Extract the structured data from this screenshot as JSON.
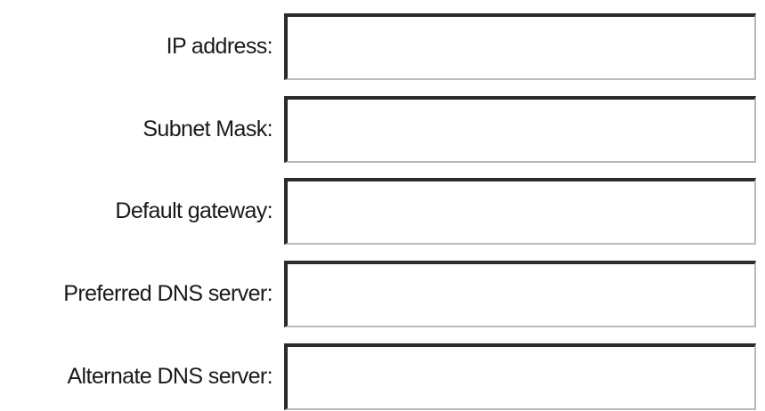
{
  "form": {
    "fields": [
      {
        "label": "IP address:",
        "value": "",
        "placeholder": ""
      },
      {
        "label": "Subnet Mask:",
        "value": "",
        "placeholder": ""
      },
      {
        "label": "Default gateway:",
        "value": "",
        "placeholder": ""
      },
      {
        "label": "Preferred DNS server:",
        "value": "",
        "placeholder": ""
      },
      {
        "label": "Alternate DNS server:",
        "value": "",
        "placeholder": ""
      }
    ]
  }
}
